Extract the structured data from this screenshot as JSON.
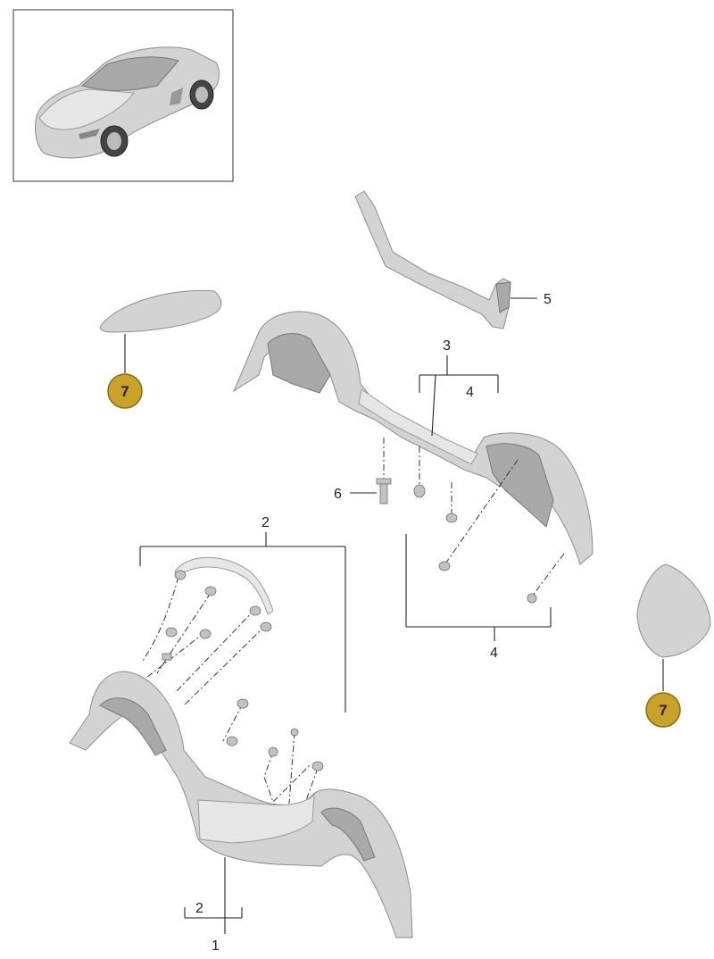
{
  "colors": {
    "background": "#ffffff",
    "badge_fill": "#c9a227",
    "badge_stroke": "#8a6d12",
    "part_gray": "#d3d3d3",
    "line": "#222222"
  },
  "thumbnail": {
    "icon": "car-thumbnail-icon"
  },
  "callouts": {
    "c1": "1",
    "c2_top": "2",
    "c2_bottom": "2",
    "c3": "3",
    "c4_upper": "4",
    "c4_lower": "4",
    "c5": "5",
    "c6": "6"
  },
  "badges": {
    "left": "7",
    "right": "7"
  }
}
